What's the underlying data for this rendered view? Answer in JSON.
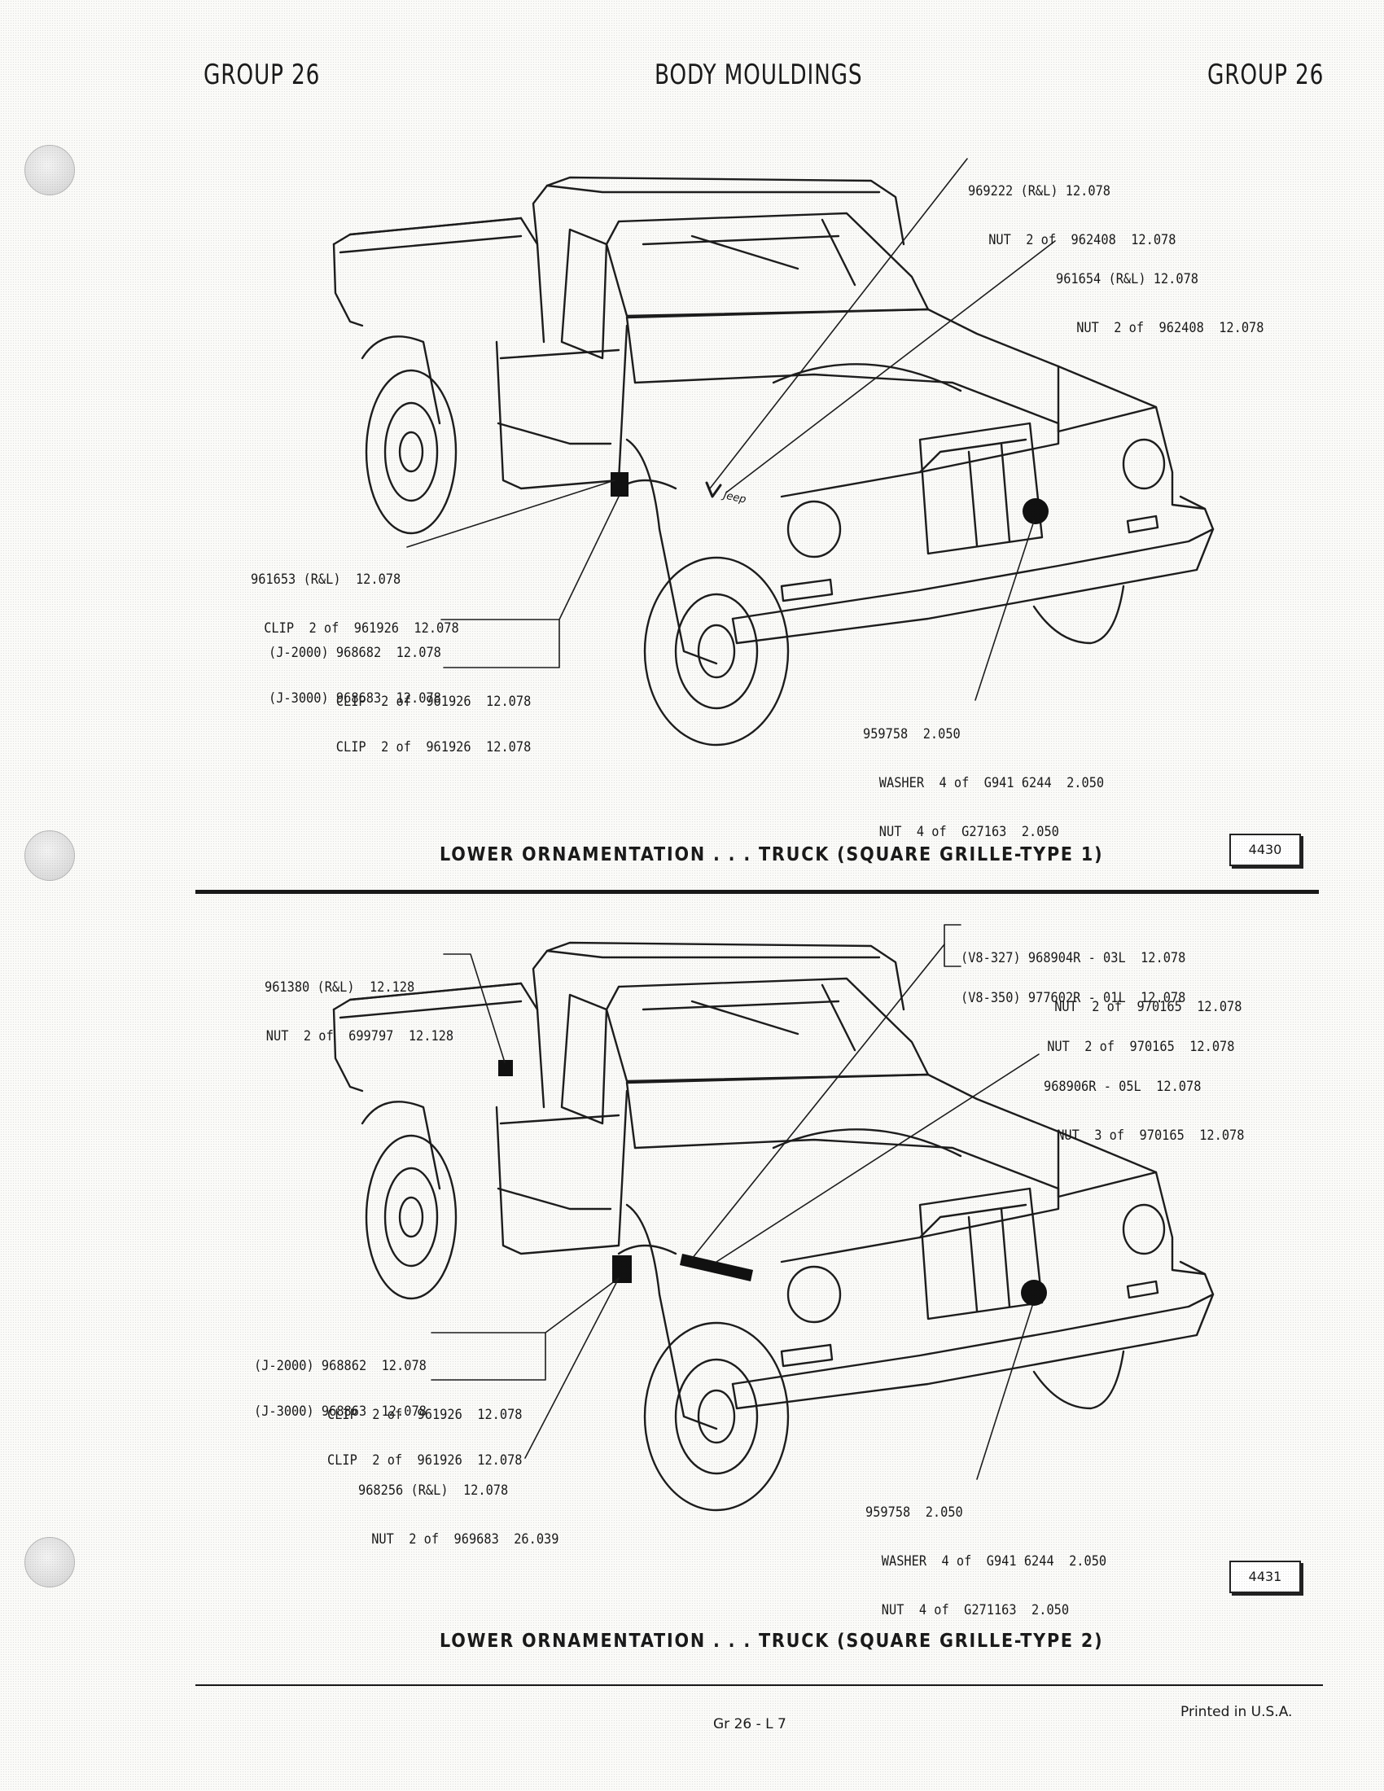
{
  "header": {
    "left": "GROUP 26",
    "center": "BODY MOULDINGS",
    "right": "GROUP 26"
  },
  "diagram1": {
    "callouts": [
      {
        "line1": "969222 (R&L) 12.078",
        "line2": "NUT  2 of  962408  12.078"
      },
      {
        "line1": "961654 (R&L) 12.078",
        "line2": "NUT  2 of  962408  12.078"
      },
      {
        "line1": "961653 (R&L)  12.078",
        "line2": "CLIP  2 of  961926  12.078"
      },
      {
        "line1": "(J-2000) 968682  12.078",
        "line2": "CLIP  2 of  961926  12.078"
      },
      {
        "line1": "(J-3000) 968683  12.078",
        "line2": "CLIP  2 of  961926  12.078"
      },
      {
        "line1": "959758  2.050",
        "line2": "WASHER  4 of  G941 6244  2.050",
        "line3": "NUT  4 of  G27163  2.050"
      }
    ],
    "badge_text": "Jeep",
    "caption": "LOWER ORNAMENTATION . . . TRUCK (SQUARE GRILLE-TYPE 1)",
    "ref": "4430"
  },
  "diagram2": {
    "callouts": [
      {
        "line1": "961380 (R&L)  12.128",
        "line2": "NUT  2 of  699797  12.128"
      },
      {
        "line1": "(V8-327) 968904R - 03L  12.078",
        "line2": "NUT  2 of  970165  12.078"
      },
      {
        "line1": "(V8-350) 977602R - 01L  12.078",
        "line2": "NUT  2 of  970165  12.078"
      },
      {
        "line1": "968906R - 05L  12.078",
        "line2": "NUT  3 of  970165  12.078"
      },
      {
        "line1": "(J-2000) 968862  12.078",
        "line2": "CLIP  2 of  961926  12.078"
      },
      {
        "line1": "(J-3000) 968863  12.078",
        "line2": "CLIP  2 of  961926  12.078"
      },
      {
        "line1": "968256 (R&L)  12.078",
        "line2": "NUT  2 of  969683  26.039"
      },
      {
        "line1": "959758  2.050",
        "line2": "WASHER  4 of  G941 6244  2.050",
        "line3": "NUT  4 of  G271163  2.050"
      }
    ],
    "caption": "LOWER ORNAMENTATION . . . TRUCK (SQUARE GRILLE-TYPE 2)",
    "ref": "4431"
  },
  "footer": {
    "page": "Gr 26  -  L 7",
    "printed": "Printed  in U.S.A."
  }
}
